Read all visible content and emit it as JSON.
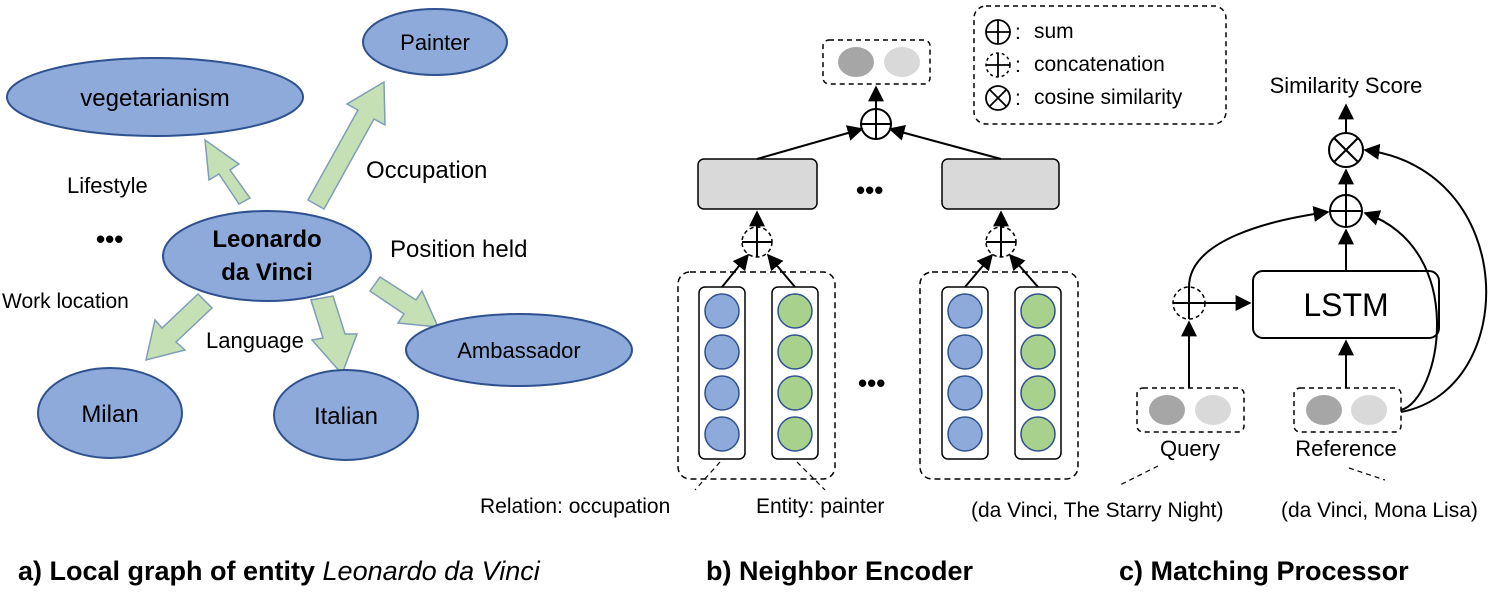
{
  "graph": {
    "center_line1": "Leonardo",
    "center_line2": "da Vinci",
    "nodes": {
      "painter": "Painter",
      "vegetarianism": "vegetarianism",
      "ambassador": "Ambassador",
      "milan": "Milan",
      "italian": "Italian"
    },
    "relations": {
      "lifestyle": "Lifestyle",
      "occupation": "Occupation",
      "position_held": "Position held",
      "work_location": "Work location",
      "language": "Language"
    },
    "ellipsis": "•••",
    "colors": {
      "node_fill": "#8eaadb",
      "node_stroke": "#2f528f",
      "arrow_fill": "#c5e0b4",
      "arrow_stroke": "#7f9db9"
    }
  },
  "encoder": {
    "ellipsis": "•••",
    "relation_label": "Relation: occupation",
    "entity_label": "Entity: painter",
    "pair_label": "(da Vinci,  The Starry Night)",
    "colors": {
      "relation_circle": "#8eaadb",
      "entity_circle": "#a9d18e",
      "box_fill": "#d9d9d9",
      "dark_gray": "#a6a6a6",
      "light_gray": "#d9d9d9"
    }
  },
  "legend": {
    "sum": "sum",
    "concatenation": "concatenation",
    "cosine": "cosine similarity",
    "separator": ":"
  },
  "matching": {
    "similarity_score": "Similarity Score",
    "lstm": "LSTM",
    "query": "Query",
    "reference": "Reference",
    "reference_pair": "(da Vinci, Mona Lisa)"
  },
  "captions": {
    "a_prefix": "a) Local graph of entity ",
    "a_entity": "Leonardo da Vinci",
    "b": "b) Neighbor Encoder",
    "c": "c) Matching Processor"
  }
}
